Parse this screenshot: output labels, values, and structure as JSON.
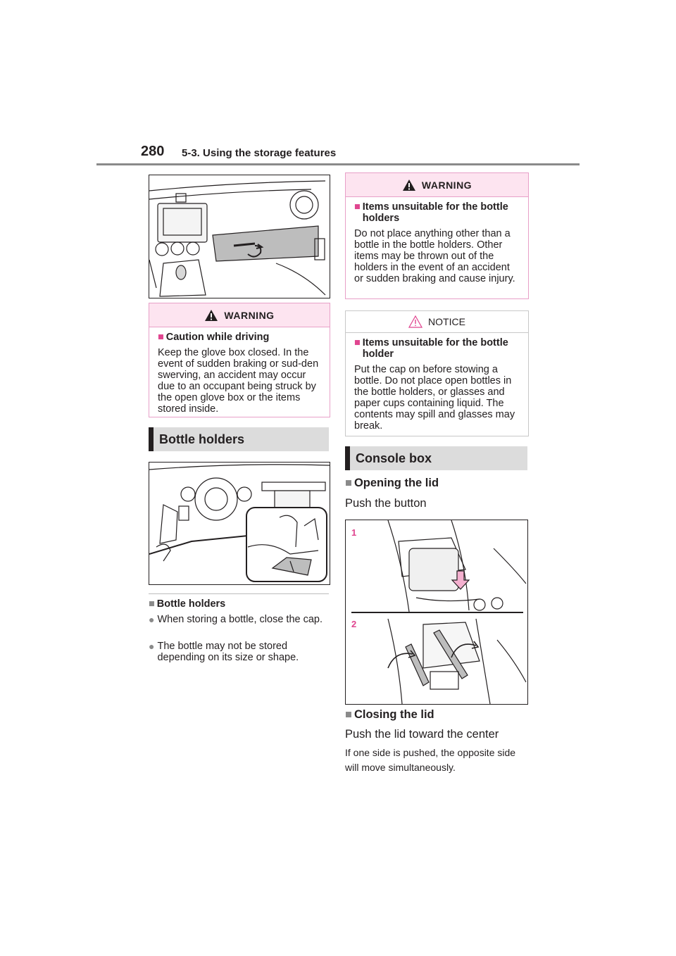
{
  "header": {
    "page_number": "280",
    "section_title": "5-3. Using the storage features"
  },
  "left": {
    "warning": {
      "head_label": "WARNING",
      "subhead": "Caution while driving",
      "text": "Keep the glove box closed. In the event of sudden braking or sud-den swerving, an accident may occur due to an occupant being struck by the open glove box or the items stored inside."
    },
    "bottle_heading": "Bottle holders",
    "note": {
      "subhead": "Bottle holders",
      "bullets": [
        "When storing a bottle, close the cap.",
        "The bottle may not be stored depending on its size or shape."
      ]
    }
  },
  "right": {
    "warning": {
      "head_label": "WARNING",
      "subhead": "Items unsuitable for the bottle holders",
      "text": "Do not place anything other than a bottle in the bottle holders. Other items may be thrown out of the holders in the event of an accident or sudden braking and cause injury."
    },
    "notice": {
      "head_label": "NOTICE",
      "subhead": "Items unsuitable for the bottle holder",
      "text": "Put the cap on before stowing a bottle. Do not place open bottles in the bottle holders, or glasses and paper cups containing liquid. The contents may spill and glasses may break."
    },
    "console_heading": "Console box",
    "opening": {
      "subhead": "Opening the lid",
      "text": "Push the button"
    },
    "figure_labels": [
      "1",
      "2"
    ],
    "closing": {
      "subhead": "Closing the lid",
      "text": "Push the lid toward the center",
      "note": "If one side is pushed, the opposite side will move simultaneously."
    }
  },
  "symbols": {
    "square": "■",
    "circle": "●",
    "warning_icon": "warning-triangle-icon",
    "notice_icon": "notice-triangle-icon",
    "accent_color": "#e0458f",
    "warn_border": "#e8a0c8",
    "warn_fill": "#fde4f0"
  }
}
